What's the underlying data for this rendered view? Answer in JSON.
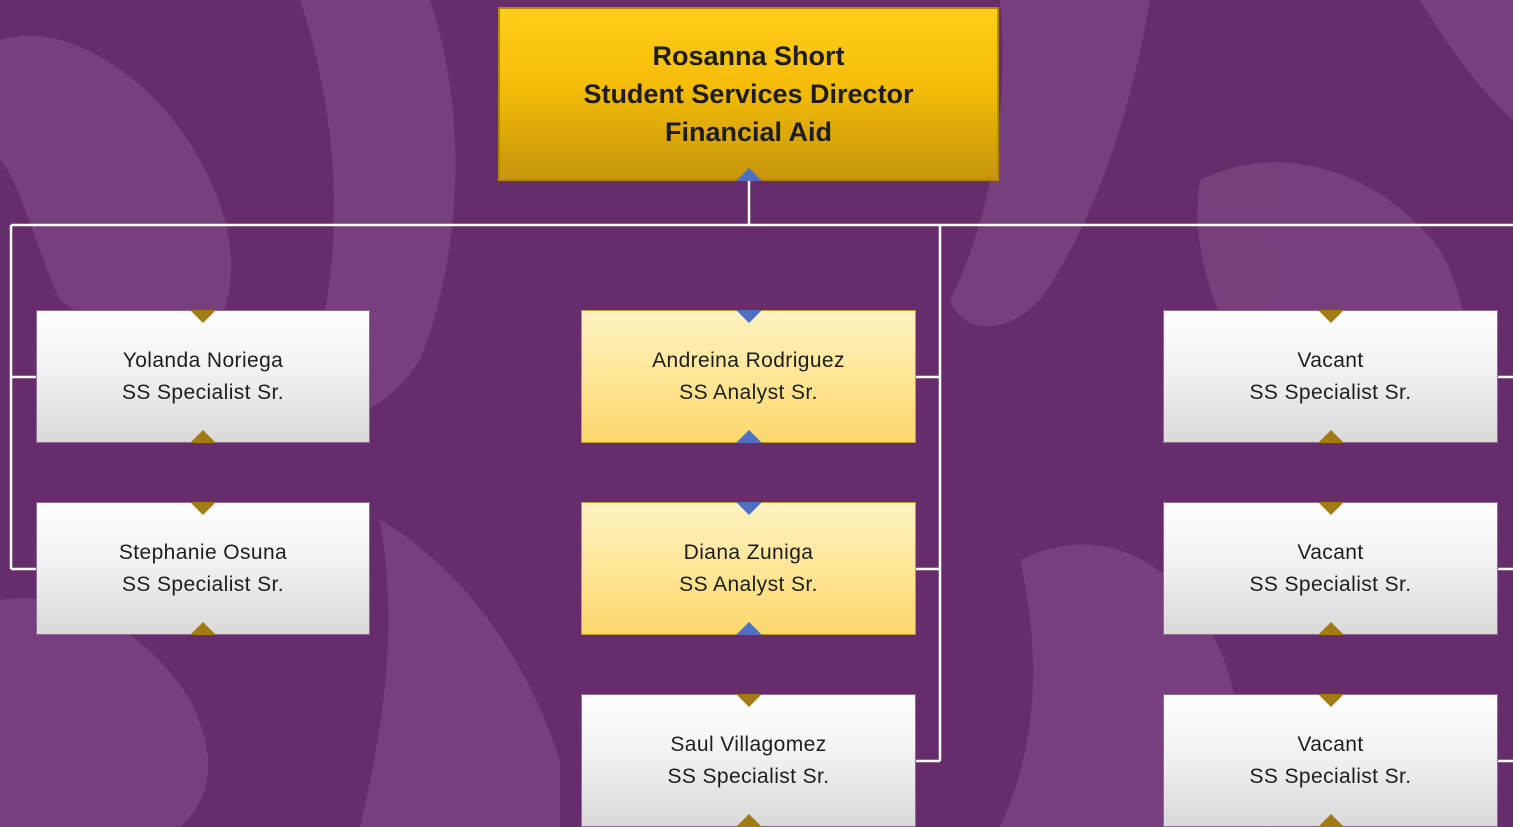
{
  "top": {
    "name": "Rosanna Short",
    "title": "Student Services Director",
    "department": "Financial Aid"
  },
  "staff": [
    {
      "name": "Yolanda Noriega",
      "title": "SS Specialist Sr."
    },
    {
      "name": "Stephanie Osuna",
      "title": "SS Specialist Sr."
    },
    {
      "name": "Andreina Rodriguez",
      "title": "SS Analyst Sr."
    },
    {
      "name": "Diana Zuniga",
      "title": "SS Analyst Sr."
    },
    {
      "name": "Saul Villagomez",
      "title": "SS Specialist Sr."
    },
    {
      "name": "Vacant",
      "title": "SS Specialist Sr."
    },
    {
      "name": "Vacant",
      "title": "SS Specialist Sr."
    },
    {
      "name": "Vacant",
      "title": "SS Specialist Sr."
    }
  ],
  "colors": {
    "background": "#672c6b",
    "watermark": "#7a4380",
    "connector": "#ffffff",
    "director_fill": "#f5bd08",
    "analyst_fill": "#ffe593",
    "specialist_fill": "#f2f2f2",
    "marker_gold": "#a27a16",
    "marker_blue": "#4e6fc6"
  }
}
